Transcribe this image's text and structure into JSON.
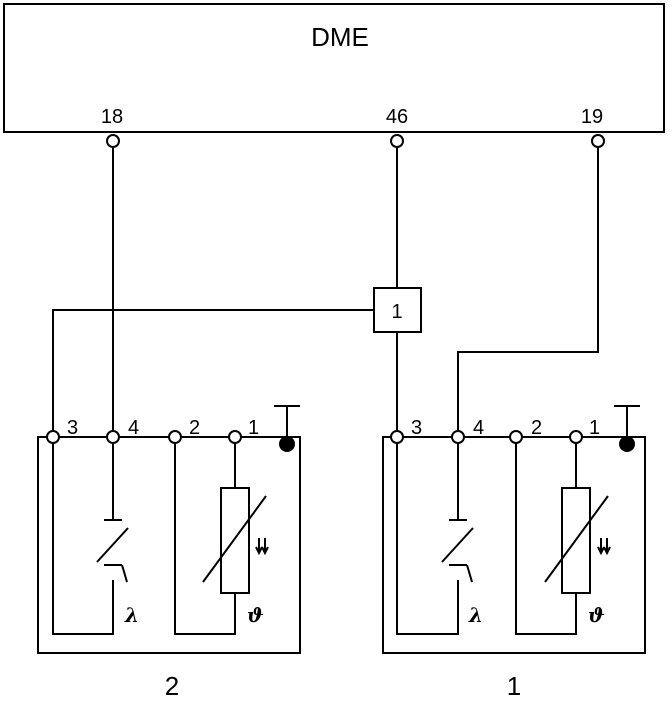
{
  "dme": {
    "label": "DME",
    "pins": [
      "18",
      "46",
      "19"
    ]
  },
  "junction": {
    "label": "1"
  },
  "sensor_left": {
    "label": "2",
    "pins": [
      "3",
      "4",
      "2",
      "1"
    ],
    "lambda_symbol": "λ",
    "theta_symbol": "ϑ"
  },
  "sensor_right": {
    "label": "1",
    "pins": [
      "3",
      "4",
      "2",
      "1"
    ],
    "lambda_symbol": "λ",
    "theta_symbol": "ϑ"
  }
}
